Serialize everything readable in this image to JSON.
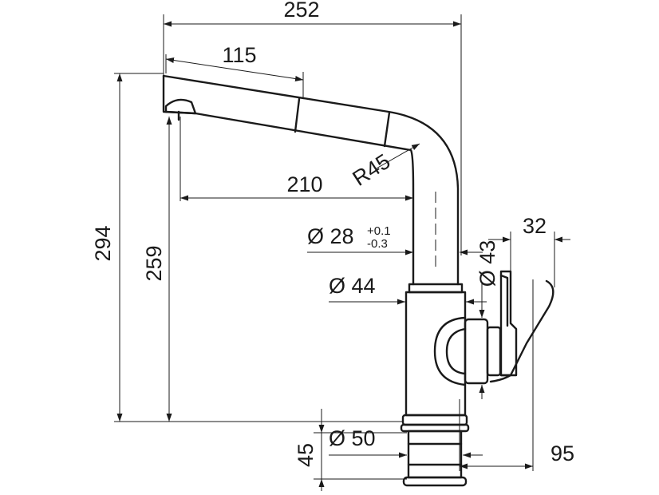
{
  "dimensions": {
    "overall_width": "252",
    "pullout_length": "115",
    "spout_reach": "210",
    "bend_radius": "R45",
    "total_height": "294",
    "spout_height": "259",
    "tube_diameter": "Ø 28",
    "tube_tol_plus": "+0.1",
    "tube_tol_minus": "-0.3",
    "handle_diameter": "Ø 43",
    "body_diameter": "Ø 44",
    "handle_depth": "32",
    "base_diameter": "Ø 50",
    "shank_height": "45",
    "base_offset": "95"
  }
}
